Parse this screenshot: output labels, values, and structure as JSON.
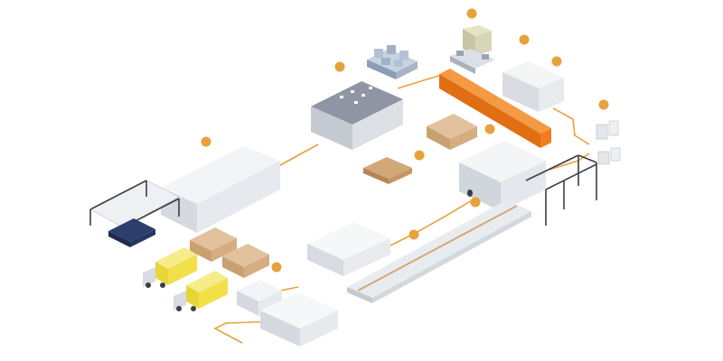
{
  "colors": {
    "flow_line": "#e8a23c",
    "marker": "#e8a23c",
    "oven": "#f07d1e",
    "truck_yellow": "#f2e04a",
    "roof": "#8f95a3",
    "wall_light": "#eceff3",
    "wall_mid": "#d7dbe1",
    "wall_dark": "#b9bfc8",
    "pallet": "#d3a878",
    "steel": "#3b3f45",
    "navy_goods": "#2c3e6d"
  },
  "markers": [
    {
      "id": "m1",
      "label": ""
    },
    {
      "id": "m2",
      "label": ""
    },
    {
      "id": "m3",
      "label": ""
    },
    {
      "id": "m4",
      "label": ""
    },
    {
      "id": "m5",
      "label": ""
    },
    {
      "id": "m6",
      "label": ""
    },
    {
      "id": "m7",
      "label": ""
    },
    {
      "id": "m8",
      "label": ""
    },
    {
      "id": "m9",
      "label": ""
    },
    {
      "id": "m10",
      "label": ""
    },
    {
      "id": "m11",
      "label": ""
    }
  ]
}
